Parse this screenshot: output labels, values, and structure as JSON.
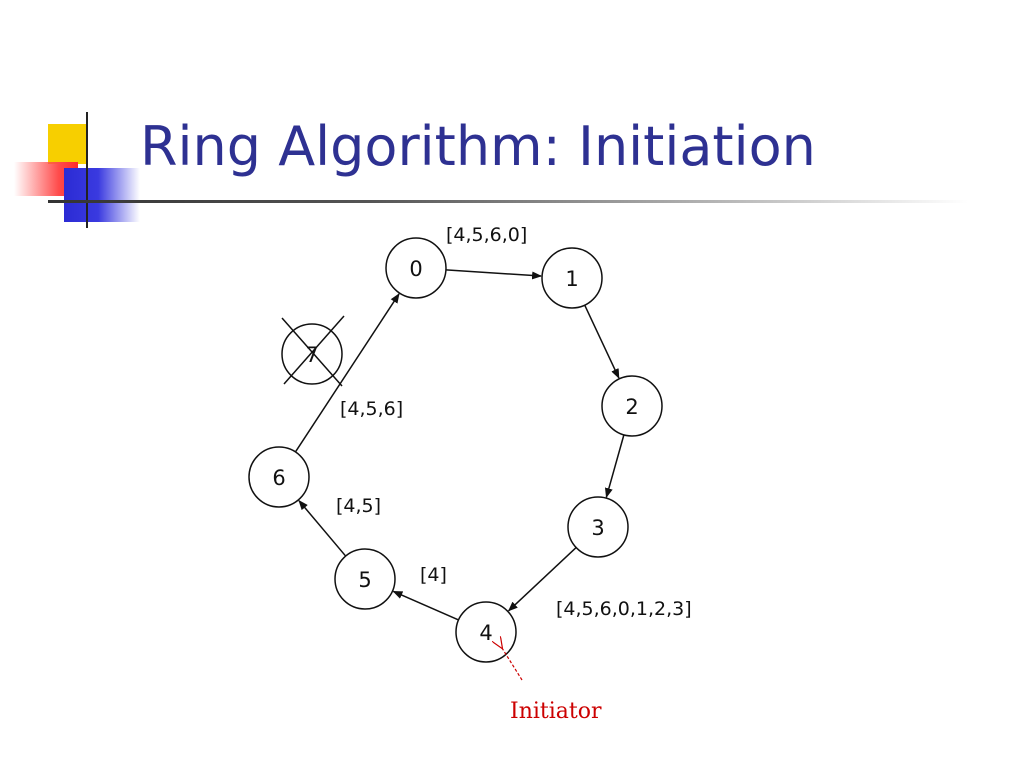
{
  "slide": {
    "title": "Ring Algorithm: Initiation"
  },
  "diagram": {
    "nodes": [
      {
        "id": "0",
        "label": "0"
      },
      {
        "id": "1",
        "label": "1"
      },
      {
        "id": "2",
        "label": "2"
      },
      {
        "id": "3",
        "label": "3"
      },
      {
        "id": "4",
        "label": "4"
      },
      {
        "id": "5",
        "label": "5"
      },
      {
        "id": "6",
        "label": "6"
      },
      {
        "id": "7",
        "label": "7",
        "crashed": true
      }
    ],
    "messages": [
      {
        "from": "0",
        "to": "1",
        "label": "[4,5,6,0]"
      },
      {
        "from": "1",
        "to": "2",
        "label": ""
      },
      {
        "from": "2",
        "to": "3",
        "label": ""
      },
      {
        "from": "3",
        "to": "4",
        "label": "[4,5,6,0,1,2,3]"
      },
      {
        "from": "4",
        "to": "5",
        "label": "[4]"
      },
      {
        "from": "5",
        "to": "6",
        "label": "[4,5]"
      },
      {
        "from": "6",
        "to": "0",
        "label": "[4,5,6]"
      }
    ],
    "initiator": {
      "node": "4",
      "label": "Initiator",
      "color": "#cc0000"
    }
  },
  "colors": {
    "title": "#2e3192",
    "accent_yellow": "#f7cf00",
    "accent_red": "#ff4b4b",
    "accent_blue": "#2b2bd4"
  }
}
